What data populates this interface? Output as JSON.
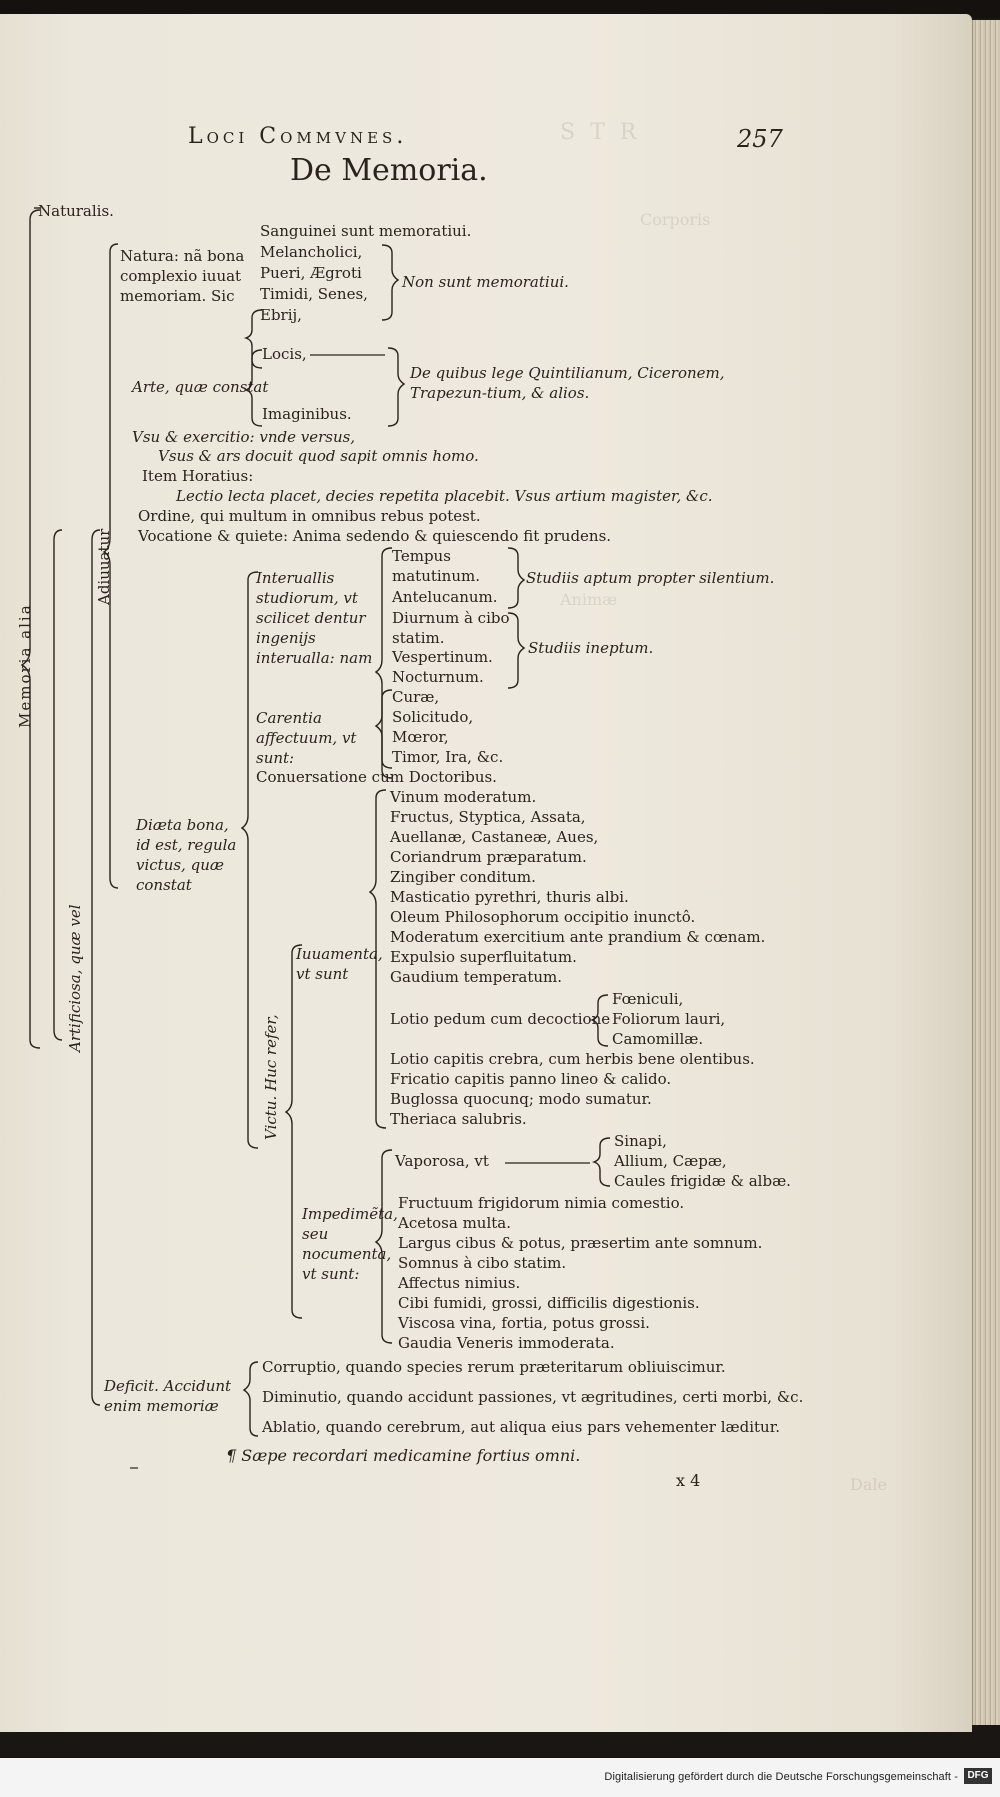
{
  "header": {
    "running_title": "Loci Commvnes.",
    "page_number": "257",
    "title": "De Memoria."
  },
  "tree": {
    "root": "Memoria alia",
    "naturalis": "Naturalis.",
    "artificiosa": "Artificiosa, quæ vel",
    "adiuuatur": "Adiuuatur",
    "natura_label": "Natura: nã bona complexio iuuat memoriam. Sic",
    "natura_items": [
      "Sanguinei sunt memoratiui.",
      "Melancholici,",
      "Pueri, Ægroti",
      "Timidi, Senes,",
      "Ebrij,"
    ],
    "non_memoratiui": "Non sunt memoratiui.",
    "arte_label": "Arte, quæ constat",
    "arte_items": [
      "Locis,",
      "Imaginibus."
    ],
    "de_quibus": "De quibus lege Quintilianum, Ciceronem, Trapezun-tium, & alios.",
    "vsu": "Vsu & exercitio: vnde versus,",
    "verse1": "Vsus & ars docuit quod sapit omnis homo.",
    "item_horatius": "Item Horatius:",
    "verse2": "Lectio lecta placet, decies repetita placebit.   Vsus artium magister, &c.",
    "ordine": "Ordine, qui multum in omnibus rebus potest.",
    "vocatione": "Vocatione & quiete: Anima sedendo & quiescendo fit prudens.",
    "interuallis_label": "Interuallis studiorum, vt scilicet dentur ingenijs interualla: nam",
    "tempus_items": [
      "Tempus matutinum.",
      "Antelucanum."
    ],
    "studiis_aptum": "Studiis aptum propter silentium.",
    "diurnum_items": [
      "Diurnum à cibo statim.",
      "Vespertinum.",
      "Nocturnum."
    ],
    "studiis_ineptum": "Studiis ineptum.",
    "carentia_label": "Carentia affectuum, vt sunt:",
    "carentia_items": [
      "Curæ,",
      "Solicitudo,",
      "Mœror,",
      "Timor, Ira, &c."
    ],
    "conuersatione": "Conuersatione cum Doctoribus.",
    "diaeta_label": "Diæta bona, id est, regula victus, quæ constat",
    "victu": "Victu. Huc refer,",
    "iuuamenta_label": "Iuuamenta, vt sunt",
    "iuuamenta_items": [
      "Vinum moderatum.",
      "Fructus, Styptica, Assata,",
      "Auellanæ, Castaneæ, Aues,",
      "Coriandrum præparatum.",
      "Zingiber conditum.",
      "Masticatio pyrethri, thuris albi.",
      "Oleum Philosophorum occipitio inunctô.",
      "Moderatum exercitium ante prandium & cœnam.",
      "Expulsio superfluitatum.",
      "Gaudium temperatum."
    ],
    "lotio_pedum": "Lotio pedum cum decoctione",
    "lotio_items": [
      "Fœniculi,",
      "Foliorum lauri,",
      "Camomillæ."
    ],
    "iuuamenta_items2": [
      "Lotio capitis crebra, cum herbis bene olentibus.",
      "Fricatio capitis panno lineo & calido.",
      "Buglossa quocunq; modo sumatur.",
      "Theriaca salubris."
    ],
    "impedimenta_label": "Impedimẽta, seu nocumenta, vt sunt:",
    "vaporosa": "Vaporosa, vt",
    "vaporosa_items": [
      "Sinapi,",
      "Allium, Cæpæ,",
      "Caules frigidæ & albæ."
    ],
    "impedimenta_items": [
      "Fructuum frigidorum nimia comestio.",
      "Acetosa multa.",
      "Largus cibus & potus, præsertim ante somnum.",
      "Somnus à cibo statim.",
      "Affectus nimius.",
      "Cibi fumidi, grossi, difficilis digestionis.",
      "Viscosa vina, fortia, potus grossi.",
      "Gaudia Veneris immoderata."
    ],
    "deficit_label": "Deficit. Accidunt enim memoriæ",
    "deficit_items": [
      "Corruptio, quando species rerum præteritarum obliuiscimur.",
      "Diminutio, quando accidunt passiones, vt ægritudines, certi morbi, &c.",
      "Ablatio, quando cerebrum, aut aliqua eius pars vehementer læditur."
    ]
  },
  "closing": "¶ Sæpe recordari medicamine fortius omni.",
  "signature": "x 4",
  "footer": {
    "credit": "Digitalisierung gefördert durch die Deutsche Forschungsgemeinschaft -",
    "logo": "DFG"
  }
}
